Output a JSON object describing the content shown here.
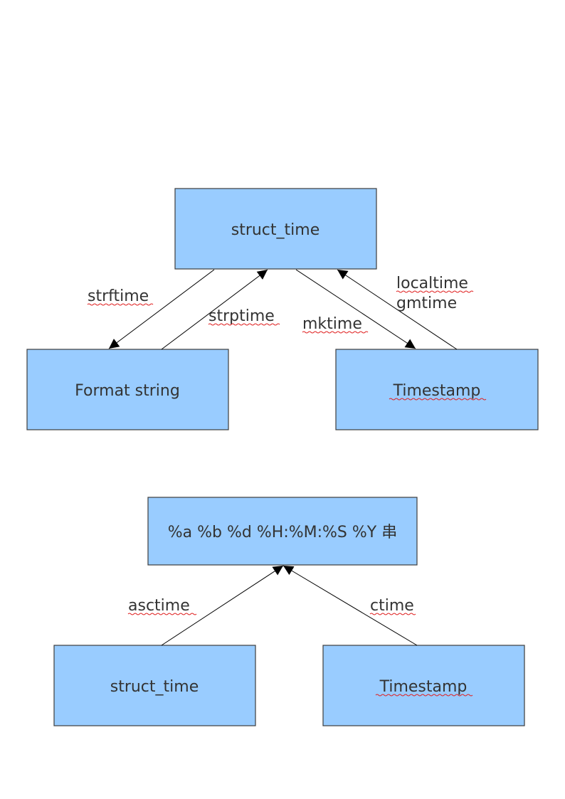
{
  "diagram1": {
    "nodes": {
      "struct_time": "struct_time",
      "format_string": "Format string",
      "timestamp": "Timestamp"
    },
    "edges": {
      "strftime": "strftime",
      "strptime": "strptime",
      "mktime": "mktime",
      "localtime": "localtime",
      "gmtime": "gmtime"
    }
  },
  "diagram2": {
    "nodes": {
      "format_result": "%a %b %d %H:%M:%S %Y 串",
      "struct_time": "struct_time",
      "timestamp": "Timestamp"
    },
    "edges": {
      "asctime": "asctime",
      "ctime": "ctime"
    }
  },
  "colors": {
    "box_fill": "#99ccff",
    "box_stroke": "#3c3c3c",
    "text": "#333333",
    "spellcheck_underline": "#e02020"
  }
}
